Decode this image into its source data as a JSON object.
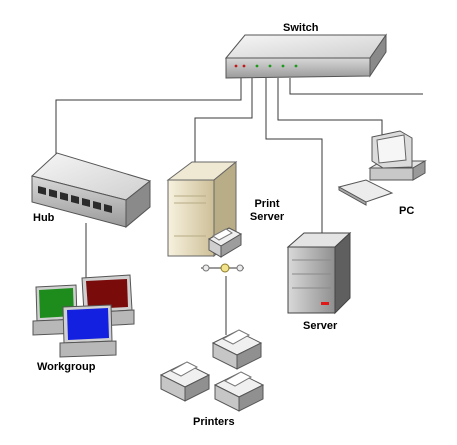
{
  "labels": {
    "switch": "Switch",
    "hub": "Hub",
    "print_server_line1": "Print",
    "print_server_line2": "Server",
    "pc": "PC",
    "server": "Server",
    "workgroup": "Workgroup",
    "printers": "Printers"
  },
  "colors": {
    "cable": "#3a3a3a",
    "device_light": "#e8e8e8",
    "device_mid": "#c4c4c4",
    "device_dark": "#8c8c8c",
    "print_server_body": "#e9dfc2",
    "screen_green": "#1d8c1d",
    "screen_red": "#7a0b0b",
    "screen_blue": "#1420e0",
    "server_led": "#e01818"
  }
}
